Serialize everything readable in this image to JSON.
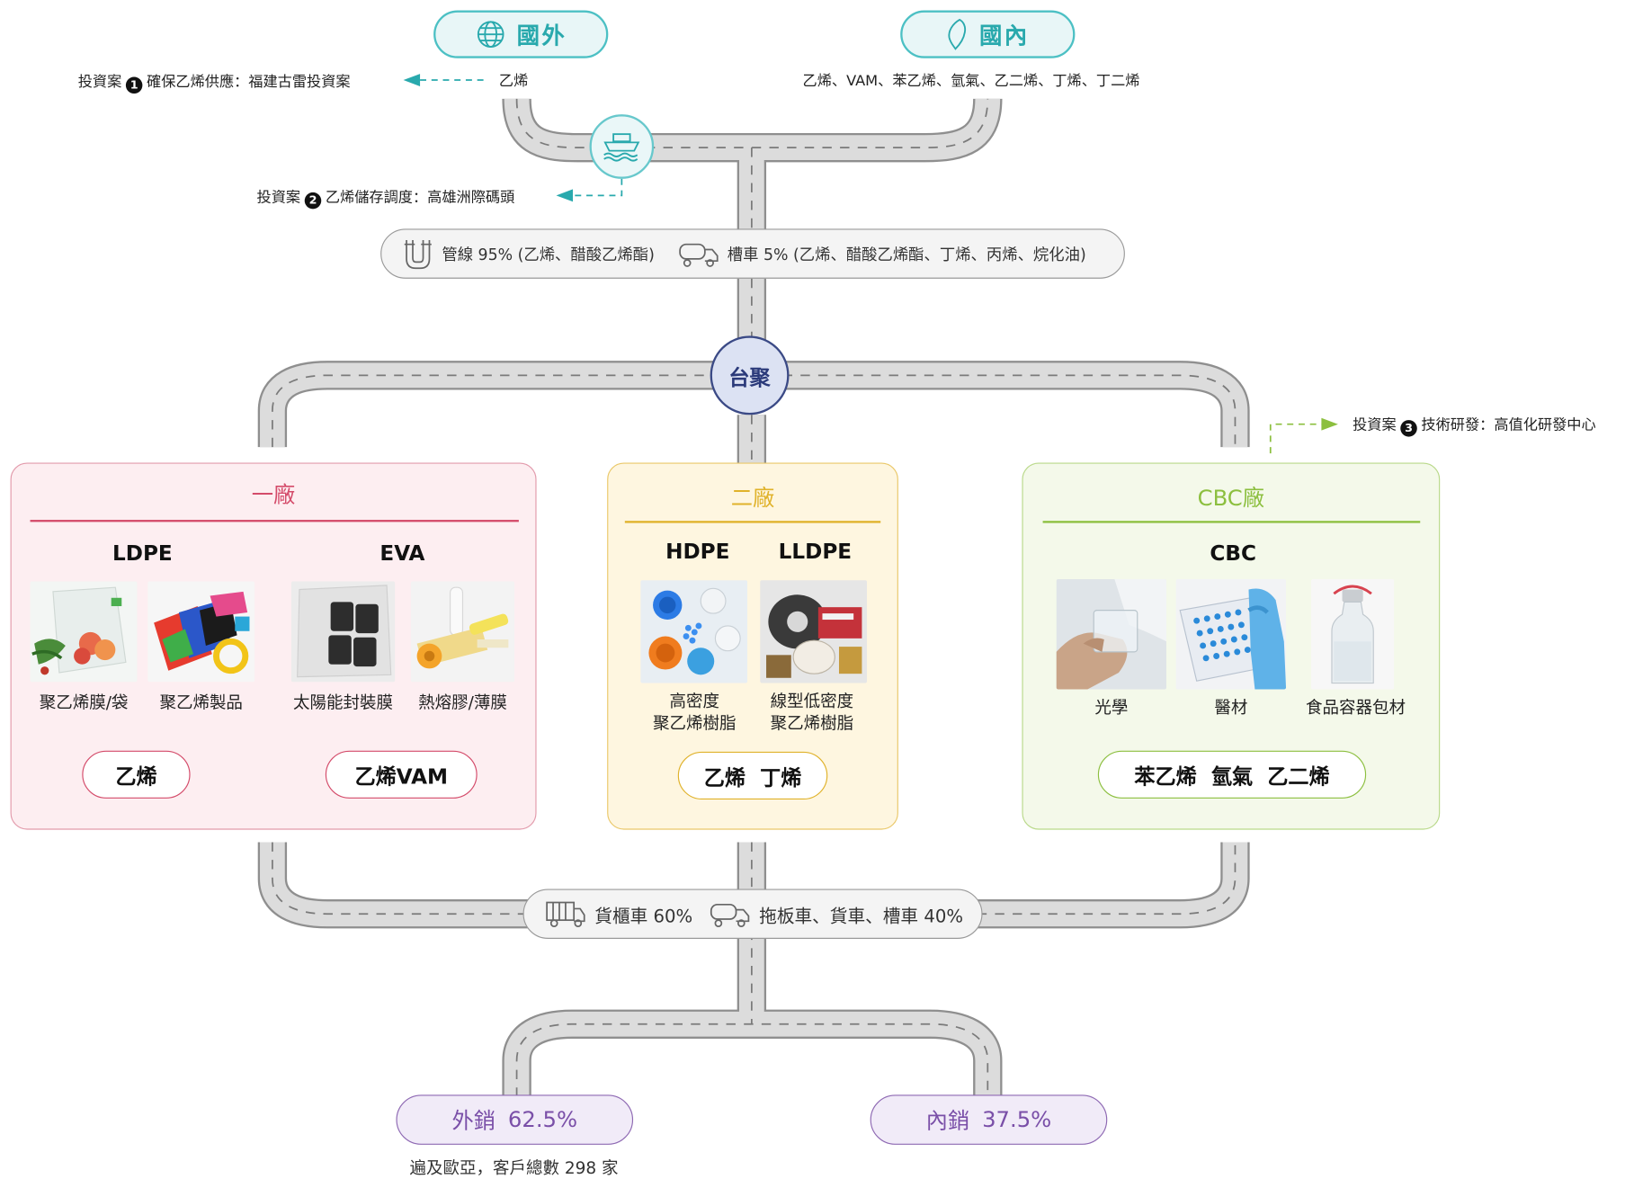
{
  "sources": {
    "foreign": {
      "label": "國外",
      "products": "乙烯"
    },
    "domestic": {
      "label": "國內",
      "products": "乙烯、VAM、苯乙烯、氫氣、乙二烯、丁烯、丁二烯"
    }
  },
  "investments": [
    {
      "number": "1",
      "prefix": "投資案",
      "text": "確保乙烯供應：福建古雷投資案"
    },
    {
      "number": "2",
      "prefix": "投資案",
      "text": "乙烯儲存調度：高雄洲際碼頭"
    },
    {
      "number": "3",
      "prefix": "投資案",
      "text": "技術研發：高值化研發中心"
    }
  ],
  "inbound": {
    "pipeline": "管線 95% (乙烯、醋酸乙烯酯)",
    "tanker": "槽車 5% (乙烯、醋酸乙烯酯、丁烯、丙烯、烷化油)"
  },
  "hub": {
    "label": "台聚"
  },
  "plants": [
    {
      "name": "一廠",
      "accent": "#d44b6a",
      "products": [
        {
          "name": "LDPE",
          "captions": [
            "聚乙烯膜/袋",
            "聚乙烯製品"
          ]
        },
        {
          "name": "EVA",
          "captions": [
            "太陽能封裝膜",
            "熱熔膠/薄膜"
          ]
        }
      ],
      "chemicals": [
        "乙烯",
        "乙烯VAM"
      ]
    },
    {
      "name": "二廠",
      "accent": "#e0b22a",
      "products": [
        {
          "name": "HDPE",
          "captions": [
            "高密度",
            "聚乙烯樹脂"
          ]
        },
        {
          "name": "LLDPE",
          "captions": [
            "線型低密度",
            "聚乙烯樹脂"
          ]
        }
      ],
      "chemicals": "乙烯  丁烯"
    },
    {
      "name": "CBC廠",
      "accent": "#8cbf3f",
      "products": [
        {
          "name": "CBC",
          "captions": [
            "光學",
            "醫材",
            "食品容器包材"
          ]
        }
      ],
      "chemicals": "苯乙烯  氫氣  乙二烯"
    }
  ],
  "outbound": {
    "container": "貨櫃車 60%",
    "trucks": "拖板車、貨車、槽車 40%"
  },
  "sales": {
    "export": {
      "label": "外銷",
      "value": "62.5%",
      "note": "遍及歐亞，客戶總數 298 家"
    },
    "domestic": {
      "label": "內銷",
      "value": "37.5%"
    }
  },
  "icons": [
    "globe-icon",
    "taiwan-map-icon",
    "ship-icon",
    "pipeline-icon",
    "tanker-truck-icon",
    "container-truck-icon"
  ],
  "colors": {
    "teal": "#29a9ad",
    "navy": "#2b3a7a",
    "purple": "#7a4fa8",
    "road": "#d4d4d4"
  }
}
